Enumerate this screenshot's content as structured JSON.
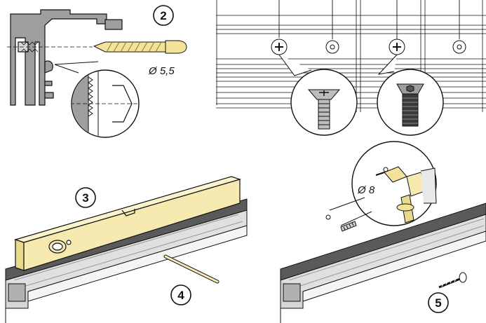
{
  "steps": {
    "step2": "2",
    "step3": "3",
    "step4": "4",
    "step5": "5"
  },
  "dimensions": {
    "drill_diameter_small": "Ø 5,5",
    "drill_diameter_large": "Ø 8"
  },
  "colors": {
    "aluminium": "#9e9e9e",
    "aluminium_dark": "#7a7a7a",
    "level_yellow": "#f7eab0",
    "drill_yellow": "#f3e29a",
    "line": "#111111"
  },
  "icons": [
    "phillips-screw-icon",
    "hex-screw-icon",
    "drill-bit-icon",
    "spirit-level-icon",
    "pencil-icon",
    "drill-icon",
    "wall-plug-icon"
  ]
}
